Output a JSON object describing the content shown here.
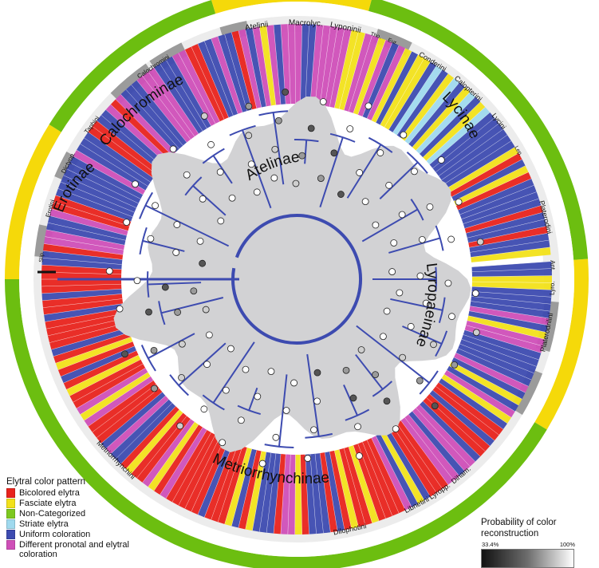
{
  "subfamilies": [
    {
      "name": "Atelinae",
      "color": "#f5d90a"
    },
    {
      "name": "Lycinae",
      "color": "#6cbe10"
    },
    {
      "name": "Lyropaeinae",
      "color": "#f5d90a"
    },
    {
      "name": "Metriorrhynchinae",
      "color": "#6cbe10"
    },
    {
      "name": "Erotinae",
      "color": "#f5d90a"
    },
    {
      "name": "Calochrominae",
      "color": "#6cbe10"
    }
  ],
  "tribes": [
    "Atelinii",
    "Macrolyc.",
    "Lyponinii",
    "Tho.",
    "Eur.",
    "Conderini",
    "Calopterini",
    "Lycini",
    "Lep.",
    "Platerodini",
    "Ant.",
    "Lyro.",
    "Platerodrilini",
    "Dilophotini",
    "Libnetini",
    "Lyropp.",
    "Diham.",
    "Metriorrhynchini",
    "Slip.",
    "Erotini",
    "Dictyop.",
    "Taphini",
    "Calochromini"
  ],
  "legend": {
    "title": "Elytral color pattern",
    "items": [
      {
        "label": "Bicolored elytra",
        "color": "#e8231c"
      },
      {
        "label": "Fasciate elytra",
        "color": "#f2e11a"
      },
      {
        "label": "Non-Categorized",
        "color": "#7dc81f"
      },
      {
        "label": "Striate elytra",
        "color": "#9fd9ee"
      },
      {
        "label": "Uniform coloration",
        "color": "#3d4bb0"
      },
      {
        "label": "Different pronotal and elytral coloration",
        "color": "#cf4fb8"
      }
    ]
  },
  "probability": {
    "title": "Probability of color reconstruction",
    "min_label": "33.4%",
    "max_label": "100%"
  },
  "colors": {
    "tree": "#3d4bb0",
    "center": "#d2d2d4",
    "tribe_ring": "#ececec",
    "tribe_dark": "#9b9b9b"
  }
}
